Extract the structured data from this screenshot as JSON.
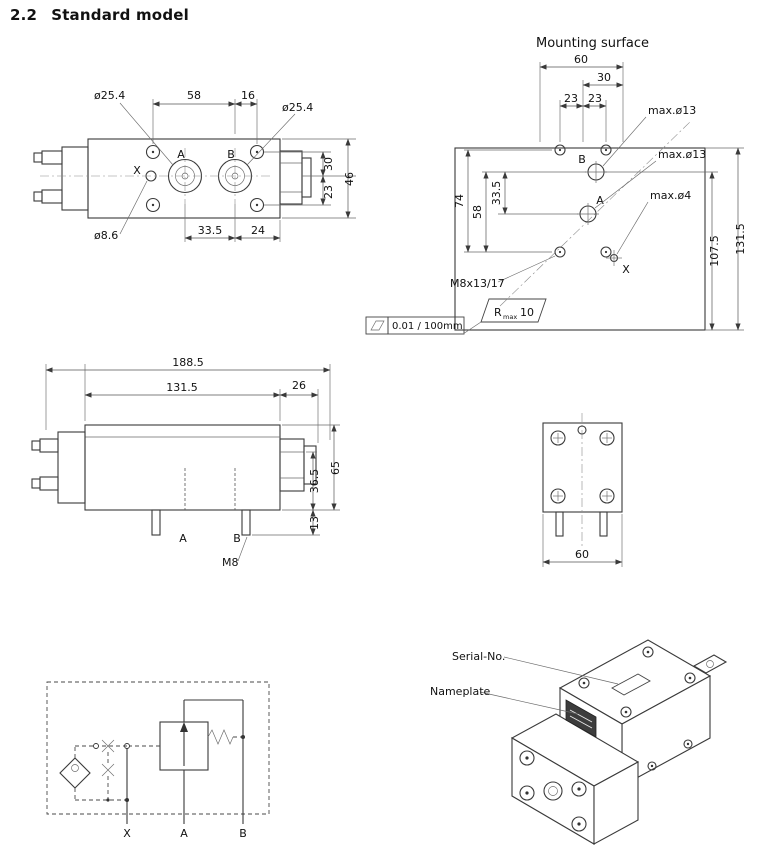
{
  "title": {
    "number": "2.2",
    "text": "Standard model"
  },
  "labels": {
    "mounting_surface": "Mounting surface",
    "serial_no": "Serial-No.",
    "nameplate": "Nameplate"
  },
  "top_view": {
    "dia_left": "ø25.4",
    "dia_right": "ø25.4",
    "dia_x": "ø8.6",
    "dim_58": "58",
    "dim_16": "16",
    "dim_30": "30",
    "dim_23": "23",
    "dim_46": "46",
    "dim_33_5": "33.5",
    "dim_24": "24",
    "label_a": "A",
    "label_b": "B",
    "label_x": "X"
  },
  "mounting_view": {
    "dim_60": "60",
    "dim_30": "30",
    "dim_23_a": "23",
    "dim_23_b": "23",
    "max_d13_b": "max.ø13",
    "max_d13_a": "max.ø13",
    "max_d4": "max.ø4",
    "dim_74": "74",
    "dim_58": "58",
    "dim_33_5": "33.5",
    "dim_107_5": "107.5",
    "dim_131_5": "131.5",
    "thread_note": "M8x13/17",
    "flatness": "0.01 / 100mm",
    "rough_r": "R",
    "rough_sub": "max",
    "rough_val": "10",
    "label_a": "A",
    "label_b": "B",
    "label_x": "X"
  },
  "side_view": {
    "dim_188_5": "188.5",
    "dim_131_5": "131.5",
    "dim_26": "26",
    "dim_65": "65",
    "dim_36_5": "36.5",
    "dim_13": "13",
    "label_a": "A",
    "label_b": "B",
    "thread_m8": "M8"
  },
  "end_view": {
    "dim_60": "60"
  },
  "schematic": {
    "label_x": "X",
    "label_a": "A",
    "label_b": "B"
  }
}
